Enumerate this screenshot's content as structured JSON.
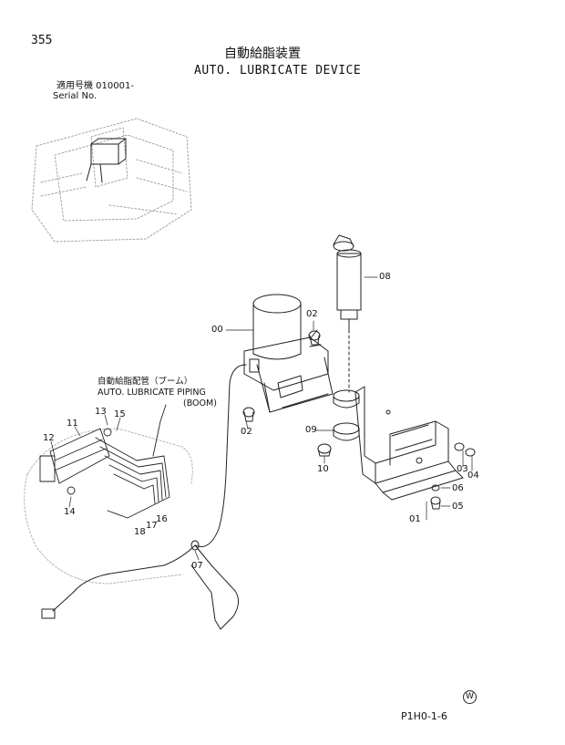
{
  "header": {
    "page_number": "355",
    "title_ja": "自動給脂装置",
    "title_en": "AUTO. LUBRICATE DEVICE",
    "serial_ja": "適用号機  010001-",
    "serial_en": "Serial No."
  },
  "piping_label": {
    "ja": "自動給脂配管（ブーム）",
    "en": "AUTO. LUBRICATE PIPING",
    "sub": "(BOOM)"
  },
  "part_labels": {
    "p00": "00",
    "p01": "01",
    "p02a": "02",
    "p02b": "02",
    "p03": "03",
    "p04": "04",
    "p05": "05",
    "p06": "06",
    "p07": "07",
    "p08": "08",
    "p09": "09",
    "p10": "10",
    "p11": "11",
    "p12": "12",
    "p13": "13",
    "p14": "14",
    "p15": "15",
    "p16": "16",
    "p17": "17",
    "p18": "18"
  },
  "footer": {
    "code": "P1H0-1-6",
    "mark": "W"
  }
}
